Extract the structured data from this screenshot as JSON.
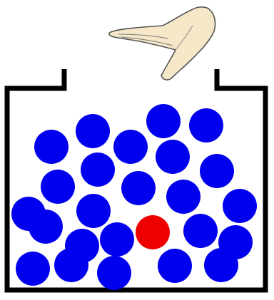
{
  "scene": {
    "hand_icon": "open-hand-icon",
    "container": "jar-with-open-top",
    "colors": {
      "background": "#ffffff",
      "outline": "#000000",
      "ball_blue": "#0000ee",
      "ball_red": "#ee0000",
      "skin": "#f6e7c8"
    },
    "balls": [
      {
        "color": "blue"
      },
      {
        "color": "blue"
      },
      {
        "color": "blue"
      },
      {
        "color": "blue"
      },
      {
        "color": "blue"
      },
      {
        "color": "blue"
      },
      {
        "color": "blue"
      },
      {
        "color": "blue"
      },
      {
        "color": "blue"
      },
      {
        "color": "blue"
      },
      {
        "color": "blue"
      },
      {
        "color": "blue"
      },
      {
        "color": "blue"
      },
      {
        "color": "blue"
      },
      {
        "color": "blue"
      },
      {
        "color": "blue"
      },
      {
        "color": "blue"
      },
      {
        "color": "blue"
      },
      {
        "color": "blue"
      },
      {
        "color": "blue"
      },
      {
        "color": "red"
      },
      {
        "color": "blue"
      },
      {
        "color": "blue"
      },
      {
        "color": "blue"
      },
      {
        "color": "blue"
      }
    ],
    "counts": {
      "blue": 24,
      "red": 1
    }
  }
}
